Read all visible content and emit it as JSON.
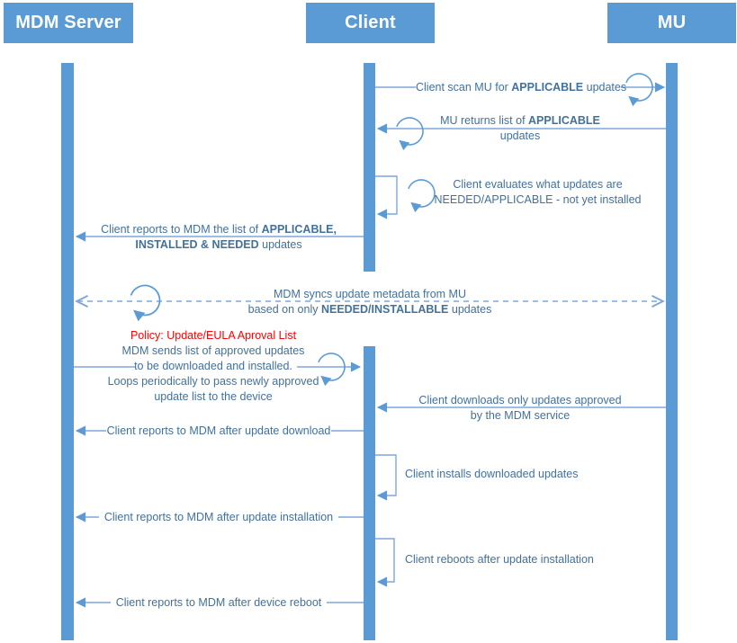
{
  "colors": {
    "primary": "#5B9BD5",
    "line": "#7EA7DB",
    "text": "#41719C",
    "red": "#FF0000"
  },
  "actors": {
    "mdm": "MDM Server",
    "client": "Client",
    "mu": "MU"
  },
  "labels": {
    "scan": [
      {
        "t": "Client scan MU for "
      },
      {
        "t": "APPLICABLE",
        "b": true
      },
      {
        "t": " updates"
      }
    ],
    "returns": [
      {
        "t": "MU returns list of "
      },
      {
        "t": "APPLICABLE",
        "b": true
      },
      {
        "br": true
      },
      {
        "t": "updates"
      }
    ],
    "evaluates": [
      {
        "t": "Client evaluates what updates are"
      },
      {
        "br": true
      },
      {
        "t": "NEEDED/APPLICABLE - not yet installed"
      }
    ],
    "reports_list": [
      {
        "t": "Client reports to MDM the list of "
      },
      {
        "t": "APPLICABLE,",
        "b": true
      },
      {
        "br": true
      },
      {
        "t": "INSTALLED & NEEDED",
        "b": true
      },
      {
        "t": " updates"
      }
    ],
    "sync": [
      {
        "t": "MDM syncs update metadata from MU"
      },
      {
        "br": true
      },
      {
        "t": "based on only "
      },
      {
        "t": "NEEDED/INSTALLABLE",
        "b": true
      },
      {
        "t": " updates"
      }
    ],
    "policy_title": "Policy: Update/EULA Aproval List",
    "policy_body": [
      {
        "t": "MDM sends list of approved updates"
      },
      {
        "br": true
      },
      {
        "t": "to be downloaded and installed."
      },
      {
        "br": true
      },
      {
        "t": "Loops periodically to pass newly approved"
      },
      {
        "br": true
      },
      {
        "t": "update list to the device"
      }
    ],
    "downloads": [
      {
        "t": "Client downloads only updates approved"
      },
      {
        "br": true
      },
      {
        "t": "by the MDM service"
      }
    ],
    "report_download": "Client reports to MDM after update download",
    "installs": "Client installs downloaded updates",
    "report_install": "Client reports to MDM after update installation",
    "reboots": "Client reboots after update installation",
    "report_reboot": "Client reports to MDM after device reboot"
  }
}
